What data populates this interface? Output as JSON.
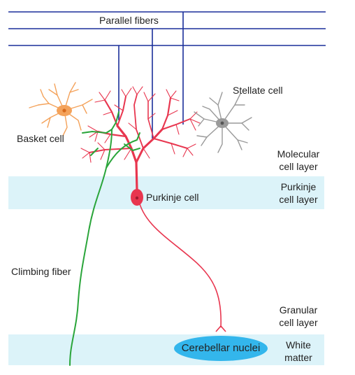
{
  "labels": {
    "parallel_fibers": "Parallel fibers",
    "stellate_cell": "Stellate cell",
    "basket_cell": "Basket cell",
    "purkinje_cell": "Purkinje cell",
    "climbing_fiber": "Climbing fiber",
    "cerebellar_nuclei": "Cerebellar nuclei"
  },
  "layers": {
    "molecular": [
      "Molecular",
      "cell layer"
    ],
    "purkinje": [
      "Purkinje",
      "cell layer"
    ],
    "granular": [
      "Granular",
      "cell layer"
    ],
    "white_matter": [
      "White",
      "matter"
    ]
  },
  "colors": {
    "band": "#dcf3f9",
    "parallel_fiber": "#1a2f9a",
    "purkinje": "#e8364f",
    "purkinje_soma": "#e8364f",
    "climbing_fiber": "#2aa53a",
    "basket": "#f4a25a",
    "stellate": "#9a9a9a",
    "nuclei": "#33b6ec"
  }
}
